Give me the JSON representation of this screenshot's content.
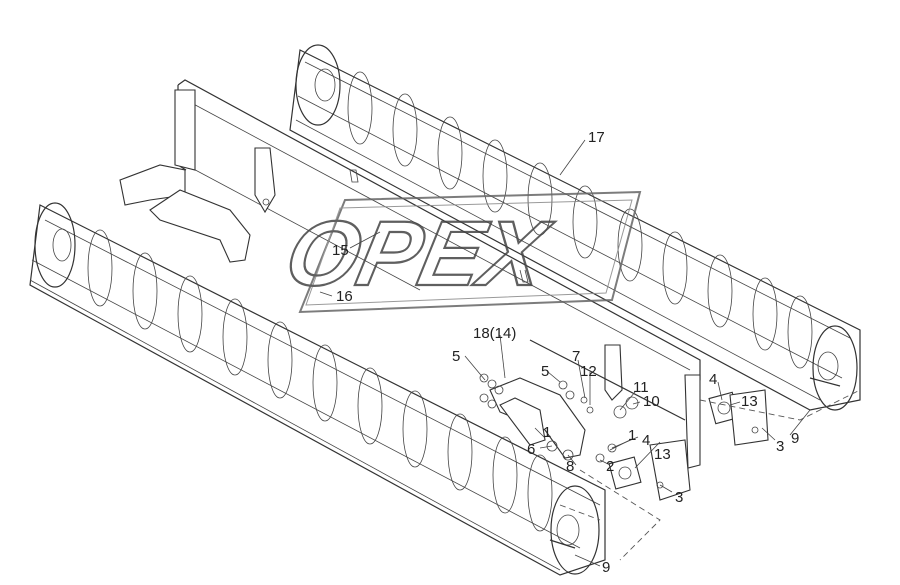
{
  "watermark": {
    "text": "OPEX"
  },
  "callouts": [
    {
      "id": "c17",
      "text": "17"
    },
    {
      "id": "c15",
      "text": "15"
    },
    {
      "id": "c16",
      "text": "16"
    },
    {
      "id": "c18",
      "text": "18(14)"
    },
    {
      "id": "c5a",
      "text": "5"
    },
    {
      "id": "c5b",
      "text": "5"
    },
    {
      "id": "c7",
      "text": "7"
    },
    {
      "id": "c12",
      "text": "12"
    },
    {
      "id": "c11",
      "text": "11"
    },
    {
      "id": "c10",
      "text": "10"
    },
    {
      "id": "c4a",
      "text": "4"
    },
    {
      "id": "c13a",
      "text": "13"
    },
    {
      "id": "c9a",
      "text": "9"
    },
    {
      "id": "c3a",
      "text": "3"
    },
    {
      "id": "c1a",
      "text": "1"
    },
    {
      "id": "c1b",
      "text": "1"
    },
    {
      "id": "c4b",
      "text": "4"
    },
    {
      "id": "c6",
      "text": "6"
    },
    {
      "id": "c8",
      "text": "8"
    },
    {
      "id": "c2",
      "text": "2"
    },
    {
      "id": "c13b",
      "text": "13"
    },
    {
      "id": "c3b",
      "text": "3"
    },
    {
      "id": "c9b",
      "text": "9"
    }
  ]
}
